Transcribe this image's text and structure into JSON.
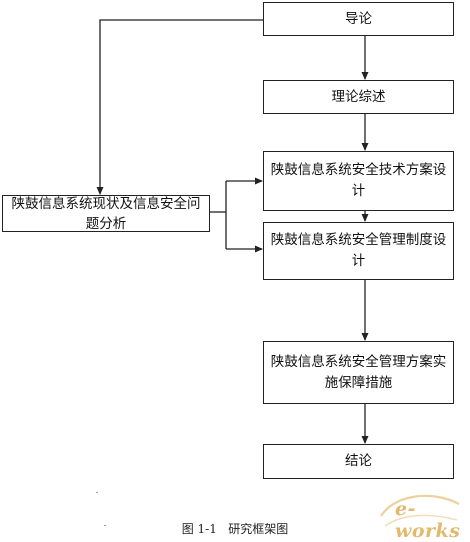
{
  "boxes": {
    "intro": "导论",
    "theory": "理论综述",
    "tech_design": "陕鼓信息系统安全技术方案设计",
    "mgmt_system": "陕鼓信息系统安全管理制度设计",
    "mgmt_measures": "陕鼓信息系统安全管理方案实施保障措施",
    "conclusion": "结论",
    "status_analysis": "陕鼓信息系统现状及信息安全问题分析"
  },
  "caption": "图 1-1   研究框架图",
  "watermark": "e-works"
}
